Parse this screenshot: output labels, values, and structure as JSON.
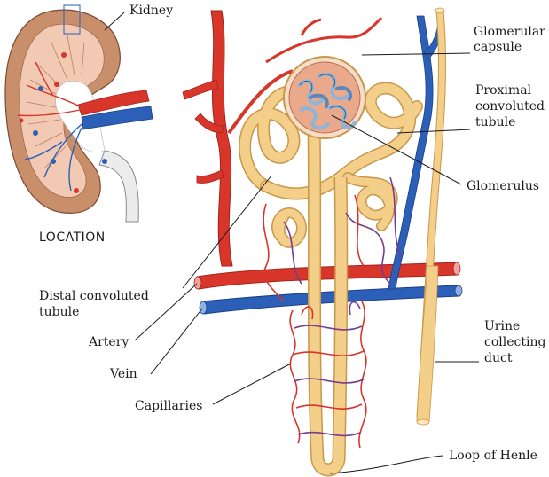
{
  "labels": {
    "kidney": "Kidney",
    "location": "LOCATION",
    "glomerular_capsule": [
      "Glomerular",
      "capsule"
    ],
    "proximal_convoluted_tubule": [
      "Proximal",
      "convoluted",
      "tubule"
    ],
    "glomerulus": "Glomerulus",
    "distal_convoluted_tubule": [
      "Distal convoluted",
      "tubule"
    ],
    "artery": "Artery",
    "vein": "Vein",
    "capillaries": "Capillaries",
    "urine_collecting_duct": [
      "Urine",
      "collecting",
      "duct"
    ],
    "loop_of_henle": "Loop of Henle"
  },
  "colors": {
    "artery": "#d8362b",
    "artery_dark": "#a3231b",
    "vein": "#2b5fb8",
    "vein_dark": "#1c3f86",
    "tubule": "#f3cf8a",
    "tubule_edge": "#c9974a",
    "kidney_cortex": "#c98f6b",
    "kidney_medulla": "#f2c9b3",
    "glomerulus": "#8fb4d8",
    "capillary_purple": "#7a3b8c"
  }
}
